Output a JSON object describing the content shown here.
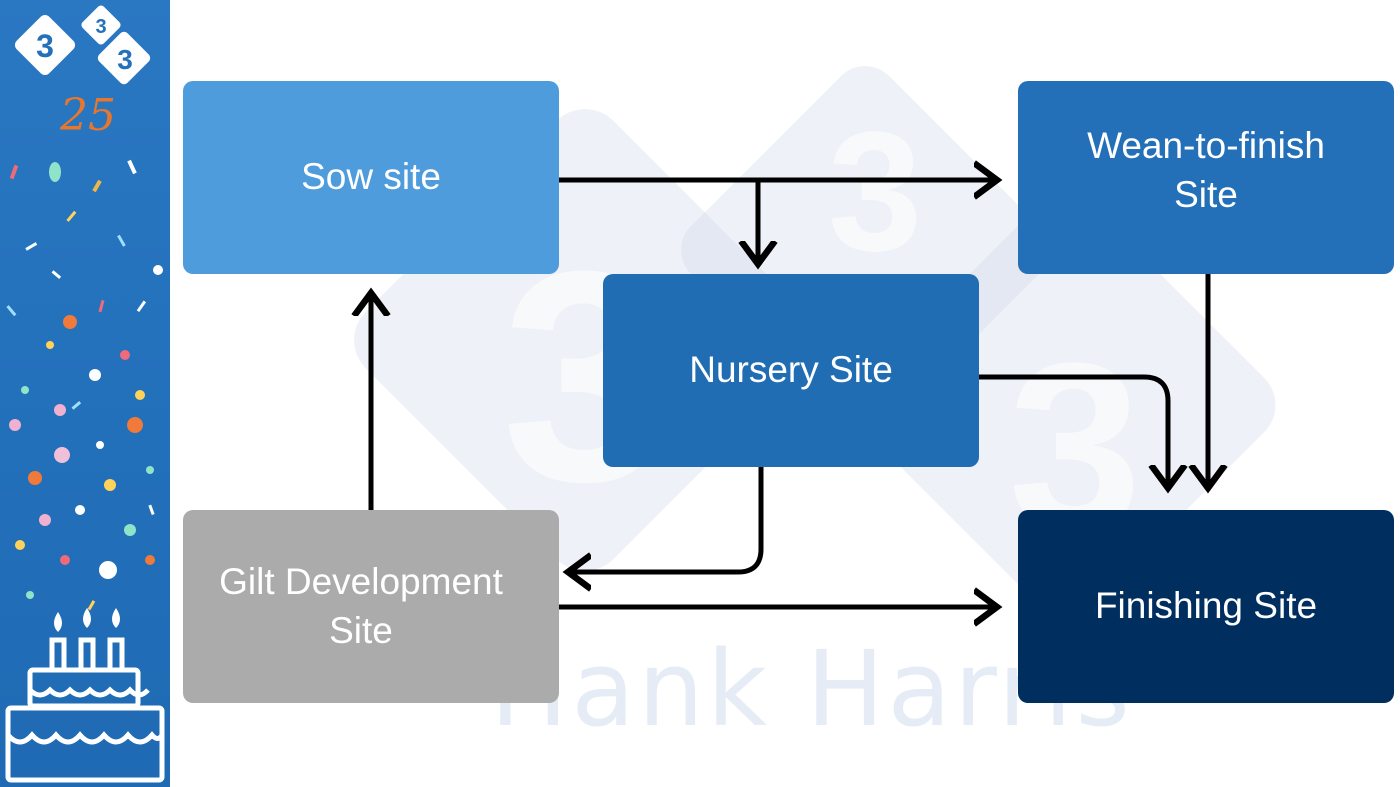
{
  "logo": {
    "digits": [
      "3",
      "3",
      "3"
    ],
    "anniversary": "25"
  },
  "watermark": {
    "text": "Hank Harris",
    "digit": "3"
  },
  "nodes": {
    "sow": "Sow site",
    "wean_to_finish": "Wean-to-finish\nSite",
    "nursery": "Nursery Site",
    "gilt": "Gilt Development\nSite",
    "finishing": "Finishing Site"
  },
  "edges": [
    {
      "from": "sow",
      "to": "wean_to_finish"
    },
    {
      "from": "sow",
      "to": "nursery"
    },
    {
      "from": "wean_to_finish",
      "to": "finishing"
    },
    {
      "from": "nursery",
      "to": "finishing"
    },
    {
      "from": "nursery",
      "to": "gilt"
    },
    {
      "from": "gilt",
      "to": "sow"
    },
    {
      "from": "gilt",
      "to": "finishing"
    }
  ],
  "colors": {
    "sidebar": "#2370bb",
    "sow": "#4f9cdd",
    "wean_to_finish": "#2470b8",
    "nursery": "#216db3",
    "gilt": "#ababab",
    "finishing": "#002f5f",
    "arrow": "#000000",
    "logo_accent": "#e8772e"
  }
}
